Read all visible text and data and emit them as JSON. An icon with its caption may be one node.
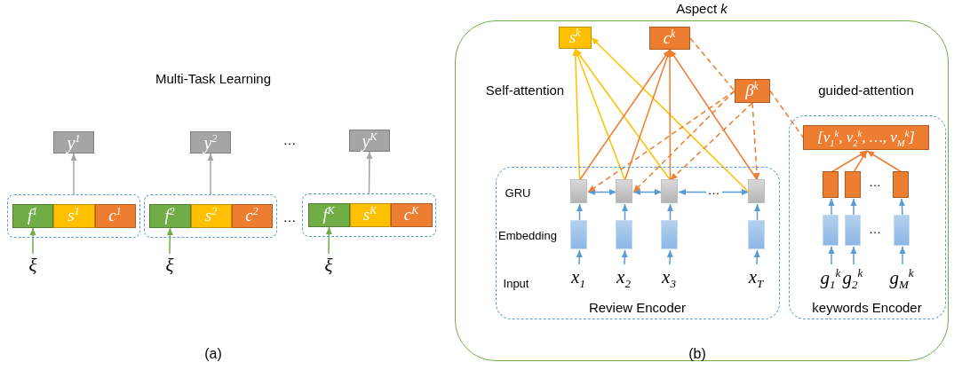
{
  "diagram": {
    "nodes": [
      {
        "text": [],
        "shape": "box"
      },
      {
        "text": [
          "f$^{1}$"
        ],
        "in": 0
      },
      {
        "text": [
          "s$^{1}$"
        ],
        "in": 0
      },
      {
        "text": [
          "c$^{1}$"
        ],
        "in": 0
      },
      {
        "text": [
          "y$^{1}$"
        ]
      },
      {
        "text": [
          "ξ"
        ]
      },
      {
        "text": [],
        "shape": "box"
      },
      {
        "text": [
          "f$^{2}$"
        ],
        "in": 6
      },
      {
        "text": [
          "s$^{2}$"
        ],
        "in": 6
      },
      {
        "text": [
          "c$^{2}$"
        ],
        "in": 6
      },
      {
        "text": [
          "y$^{2}$"
        ]
      },
      {
        "text": [
          "ξ"
        ]
      },
      {
        "text": [],
        "shape": "box"
      },
      {
        "text": [
          "f$^{K}$"
        ],
        "in": 12
      },
      {
        "text": [
          "s$^{K}$"
        ],
        "in": 12
      },
      {
        "text": [
          "c$^{K}$"
        ],
        "in": 12
      },
      {
        "text": [
          "y$^{K}$"
        ]
      },
      {
        "text": [
          "ξ"
        ]
      },
      {
        "text": [
          "Aspect *k*"
        ]
      },
      {
        "text": [
          "s$^{k}$"
        ],
        "in": 18
      },
      {
        "text": [
          "c$^{k}$"
        ],
        "in": 18
      },
      {
        "text": [
          "β$^{k}$"
        ],
        "in": 18
      },
      {
        "text": [
          "Review Encoder"
        ],
        "in": 18
      },
      {
        "text": [],
        "shape": "box",
        "in": 22
      },
      {
        "text": [],
        "shape": "box",
        "in": 22
      },
      {
        "text": [],
        "shape": "box",
        "in": 22
      },
      {
        "text": [],
        "shape": "box",
        "in": 22
      },
      {
        "text": [],
        "shape": "box",
        "in": 22
      },
      {
        "text": [],
        "shape": "box",
        "in": 22
      },
      {
        "text": [],
        "shape": "box",
        "in": 22
      },
      {
        "text": [],
        "shape": "box",
        "in": 22
      },
      {
        "text": [
          "x$_{1}$"
        ],
        "in": 22
      },
      {
        "text": [
          "x$_{2}$"
        ],
        "in": 22
      },
      {
        "text": [
          "x$_{3}$"
        ],
        "in": 22
      },
      {
        "text": [
          "x$_{T}$"
        ],
        "in": 22
      },
      {
        "text": [
          "keywords Encoder"
        ],
        "in": 18
      },
      {
        "text": [
          "[v$_{1}$$^{k}$, v$_{2}$$^{k}$, …, v$_{M}$$^{k}$]"
        ],
        "in": 35
      },
      {
        "text": [],
        "shape": "box",
        "in": 35
      },
      {
        "text": [],
        "shape": "box",
        "in": 35
      },
      {
        "text": [],
        "shape": "box",
        "in": 35
      },
      {
        "text": [],
        "shape": "box",
        "in": 35
      },
      {
        "text": [],
        "shape": "box",
        "in": 35
      },
      {
        "text": [],
        "shape": "box",
        "in": 35
      },
      {
        "text": [
          "g$_{1}$$^{k}$"
        ],
        "in": 35
      },
      {
        "text": [
          "g$_{2}$$^{k}$"
        ],
        "in": 35
      },
      {
        "text": [
          "g$_{M}$$^{k}$"
        ],
        "in": 35
      }
    ],
    "edges": [
      {
        "from": 5,
        "to": 1,
        "arrow": "to",
        "color": "#70ad47"
      },
      {
        "from": 0,
        "to": 4,
        "arrow": "to",
        "color": "#a5a5a5"
      },
      {
        "from": 11,
        "to": 7,
        "arrow": "to",
        "color": "#70ad47"
      },
      {
        "from": 6,
        "to": 10,
        "arrow": "to",
        "color": "#a5a5a5"
      },
      {
        "from": 17,
        "to": 13,
        "arrow": "to",
        "color": "#70ad47"
      },
      {
        "from": 12,
        "to": 16,
        "arrow": "to",
        "color": "#a5a5a5"
      },
      {
        "from": 31,
        "to": 27,
        "arrow": "to"
      },
      {
        "from": 32,
        "to": 28,
        "arrow": "to"
      },
      {
        "from": 33,
        "to": 29,
        "arrow": "to"
      },
      {
        "from": 34,
        "to": 30,
        "arrow": "to"
      },
      {
        "from": 27,
        "to": 23,
        "arrow": "to"
      },
      {
        "from": 28,
        "to": 24,
        "arrow": "to"
      },
      {
        "from": 29,
        "to": 25,
        "arrow": "to"
      },
      {
        "from": 30,
        "to": 26,
        "arrow": "to"
      },
      {
        "from": 23,
        "to": 24,
        "arrow": "both"
      },
      {
        "from": 24,
        "to": 25,
        "arrow": "both"
      },
      {
        "from": 25,
        "to": 26,
        "arrow": "both",
        "label": "…"
      },
      {
        "from": 23,
        "to": 19,
        "arrow": "to",
        "color": "#ffc000"
      },
      {
        "from": 24,
        "to": 19,
        "arrow": "to",
        "color": "#ffc000"
      },
      {
        "from": 25,
        "to": 19,
        "arrow": "to",
        "color": "#ffc000"
      },
      {
        "from": 26,
        "to": 19,
        "arrow": "to",
        "color": "#ffc000"
      },
      {
        "from": 23,
        "to": 20,
        "arrow": "to",
        "color": "#ed7d31"
      },
      {
        "from": 24,
        "to": 20,
        "arrow": "to",
        "color": "#ed7d31"
      },
      {
        "from": 25,
        "to": 20,
        "arrow": "to",
        "color": "#ed7d31"
      },
      {
        "from": 26,
        "to": 20,
        "arrow": "to",
        "color": "#ed7d31"
      },
      {
        "from": 20,
        "to": 21,
        "arrow": "none",
        "style": "dashed",
        "color": "#ed7d31"
      },
      {
        "from": 21,
        "to": 23,
        "arrow": "to",
        "style": "dashed",
        "color": "#ed7d31"
      },
      {
        "from": 21,
        "to": 24,
        "arrow": "to",
        "style": "dashed",
        "color": "#ed7d31"
      },
      {
        "from": 21,
        "to": 25,
        "arrow": "to",
        "style": "dashed",
        "color": "#ed7d31"
      },
      {
        "from": 21,
        "to": 26,
        "arrow": "to",
        "style": "dashed",
        "color": "#ed7d31"
      },
      {
        "from": 21,
        "to": 36,
        "arrow": "none",
        "style": "dashed",
        "color": "#ed7d31"
      },
      {
        "from": 43,
        "to": 40,
        "arrow": "to"
      },
      {
        "from": 44,
        "to": 41,
        "arrow": "to"
      },
      {
        "from": 45,
        "to": 42,
        "arrow": "to"
      },
      {
        "from": 40,
        "to": 37,
        "arrow": "to"
      },
      {
        "from": 41,
        "to": 38,
        "arrow": "to"
      },
      {
        "from": 42,
        "to": 39,
        "arrow": "to"
      },
      {
        "from": 37,
        "to": 36,
        "arrow": "to",
        "color": "#ed7d31"
      },
      {
        "from": 38,
        "to": 36,
        "arrow": "to",
        "color": "#ed7d31"
      },
      {
        "from": 39,
        "to": 36,
        "arrow": "to",
        "color": "#ed7d31"
      }
    ],
    "labels": [
      "Multi-Task Learning",
      "…",
      "…",
      "(a)",
      "Self-attention",
      "guided-attention",
      "GRU",
      "Embedding",
      "Input",
      "…",
      "…",
      "(b)"
    ]
  }
}
